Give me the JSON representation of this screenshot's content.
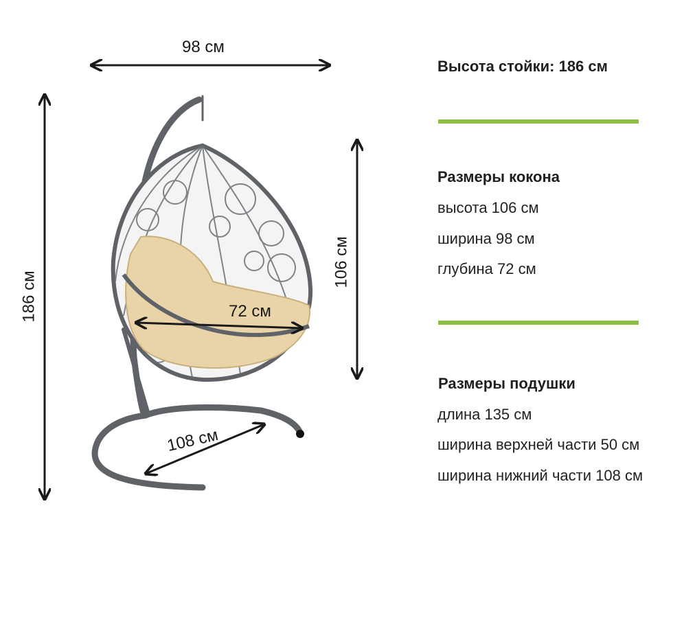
{
  "dimensions": {
    "width_label": "98 см",
    "height_total_label": "186 см",
    "cocoon_height_label": "106 см",
    "depth_label": "72 см",
    "base_label": "108 см"
  },
  "specs": {
    "stand_height": "Высота стойки: 186 см",
    "cocoon": {
      "title": "Размеры кокона",
      "lines": [
        "высота 106 см",
        "ширина 98 см",
        "глубина 72 см"
      ]
    },
    "cushion": {
      "title": "Размеры подушки",
      "lines": [
        "длина 135 см",
        "ширина верхней части 50 см",
        "ширина нижний части 108 см"
      ]
    }
  },
  "colors": {
    "divider": "#8cbf3f",
    "frame": "#5f6368",
    "cushion": "#e8d4a8"
  }
}
